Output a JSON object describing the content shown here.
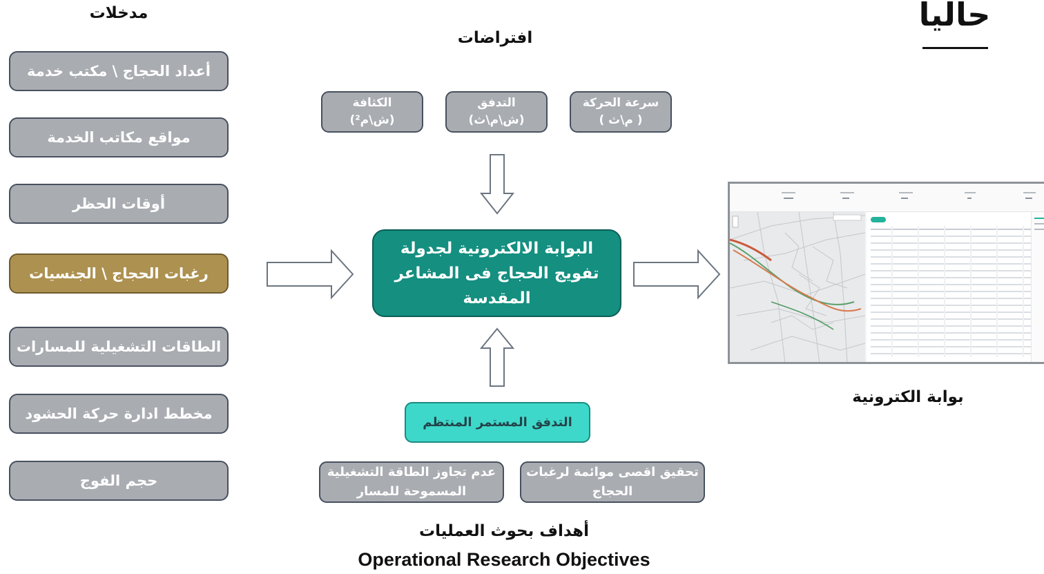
{
  "header": {
    "current_label": "حاليا"
  },
  "inputs": {
    "title": "مدخلات",
    "items": [
      {
        "label": "أعداد الحجاج \\ مكتب خدمة",
        "highlight": false
      },
      {
        "label": "مواقع مكاتب الخدمة",
        "highlight": false
      },
      {
        "label": "أوقات الحظر",
        "highlight": false
      },
      {
        "label": "رغبات الحجاج \\ الجنسيات",
        "highlight": true
      },
      {
        "label": "الطاقات التشغيلية للمسارات",
        "highlight": false
      },
      {
        "label": "مخطط ادارة حركة الحشود",
        "highlight": false
      },
      {
        "label": "حجم الفوج",
        "highlight": false
      }
    ]
  },
  "assumptions": {
    "title": "افتراضات",
    "items": [
      {
        "line1": "سرعة الحركة",
        "line2": "( م\\ث )"
      },
      {
        "line1": "التدفق",
        "line2": "(ش\\م\\ث)"
      },
      {
        "line1": "الكثافة",
        "line2": "(ش\\م²)"
      }
    ]
  },
  "center_box": {
    "lines": [
      "البوابة الالكترونية لجدولة",
      "تفويج الحجاج فى المشاعر",
      "المقدسة"
    ]
  },
  "flow_box": {
    "label": "التدفق المستمر المنتظم"
  },
  "objectives": {
    "items": [
      {
        "line1": "تحقيق اقصى موائمة لرغبات",
        "line2": "الحجاج"
      },
      {
        "line1": "عدم تجاوز الطاقة التشغيلية",
        "line2": "المسموحة للمسار"
      }
    ],
    "title_ar": "أهداف بحوث العمليات",
    "title_en": "Operational Research Objectives"
  },
  "portal": {
    "label": "بوابة الكترونية"
  },
  "colors": {
    "gray_box": "#a9acb1",
    "gold_box": "#ad9150",
    "teal_center": "#148f80",
    "cyan_flow": "#3ed8ca",
    "box_border": "#47505e"
  }
}
